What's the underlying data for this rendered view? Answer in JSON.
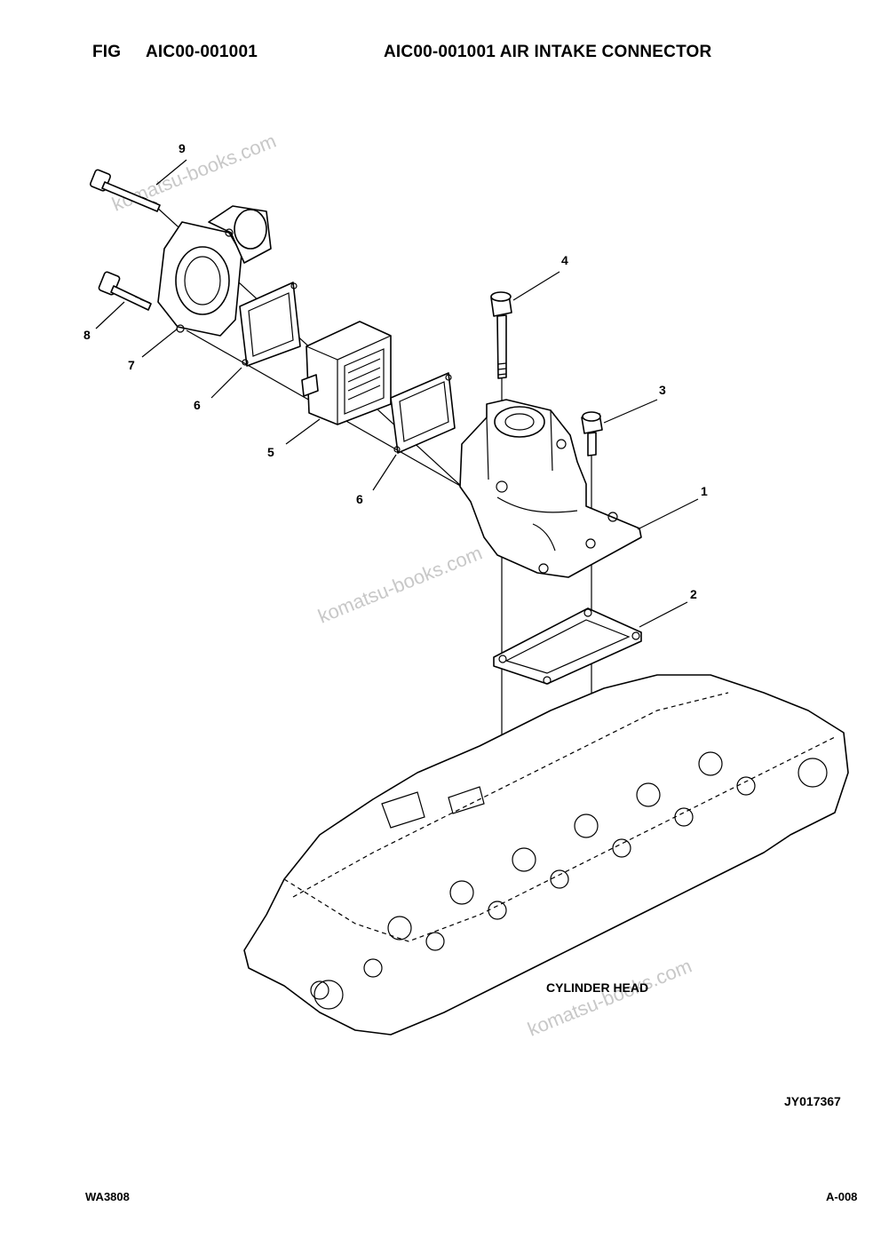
{
  "header": {
    "fig_label": "FIG",
    "fig_code": "AIC00-001001",
    "title": "AIC00-001001 AIR INTAKE CONNECTOR"
  },
  "callouts": [
    "1",
    "2",
    "3",
    "4",
    "5",
    "6",
    "6",
    "7",
    "8",
    "9"
  ],
  "labels": {
    "cylinder_head": "CYLINDER HEAD"
  },
  "reference_code": "JY017367",
  "footer": {
    "left": "WA3808",
    "right": "A-008"
  },
  "watermark": "komatsu-books.com"
}
